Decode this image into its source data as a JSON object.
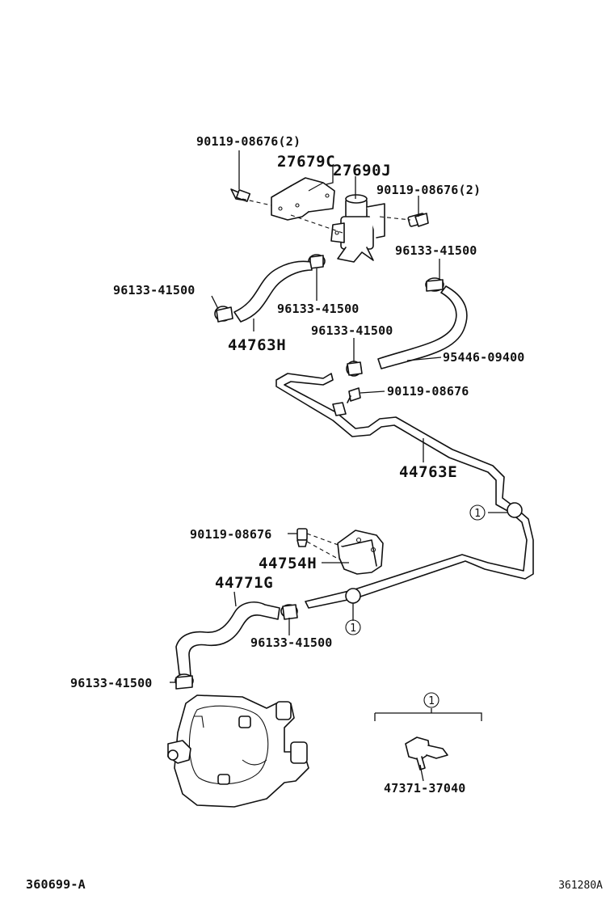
{
  "footer": {
    "left_code": "360699-A",
    "right_code": "361280A"
  },
  "labels": {
    "bolt_top_left": "90119-08676(2)",
    "bracket": "27679C",
    "valve": "27690J",
    "bolt_top_right": "90119-08676(2)",
    "clip_right_top": "96133-41500",
    "clip_left": "96133-41500",
    "clip_center": "96133-41500",
    "hose_h": "44763H",
    "clip_mid": "96133-41500",
    "hose_right": "95446-09400",
    "bolt_mid": "90119-08676",
    "pipe_e": "44763E",
    "bolt_lower": "90119-08676",
    "bracket_h": "44754H",
    "hose_g": "44771G",
    "clip_lower": "96133-41500",
    "clip_bottom": "96133-41500",
    "sensor": "47371-37040"
  },
  "callouts": {
    "marker": "1"
  }
}
